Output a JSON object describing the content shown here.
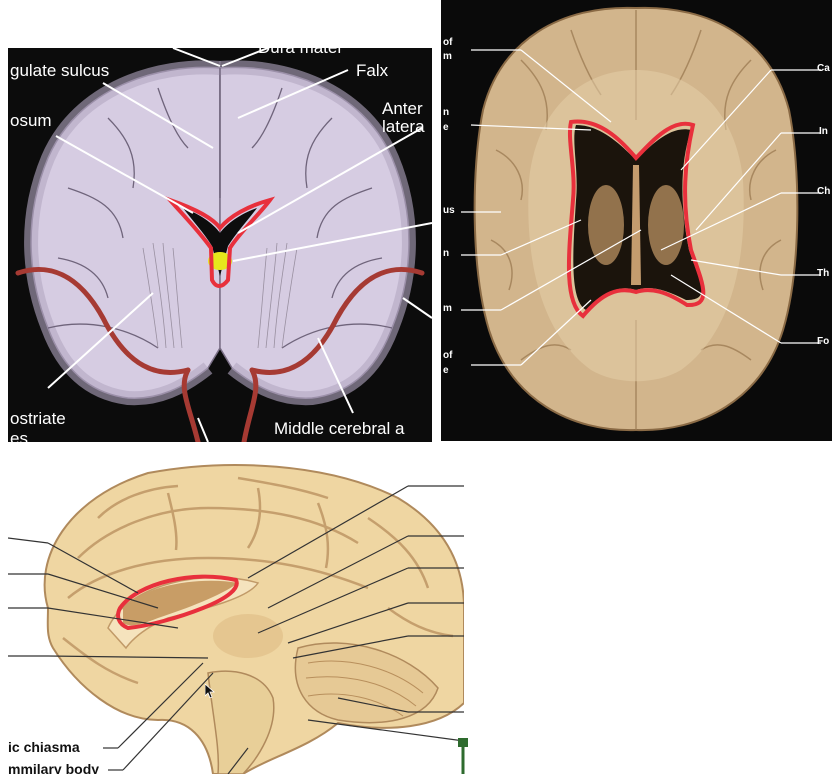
{
  "coronal_panel": {
    "labels": {
      "dura_mater": "Dura mater",
      "cingulate_sulcus": "gulate sulcus",
      "falx": "Falx",
      "callosum": "osum",
      "anterior": "Anter",
      "lateral": "latera",
      "striate": "ostriate",
      "vessels": "es",
      "middle_cerebral": "Middle cerebral a"
    }
  },
  "axial_panel": {
    "labels": {
      "l1a": "of",
      "l1b": "m",
      "l2a": "n",
      "l2b": "e",
      "l3": "us",
      "l4": "n",
      "l5": "m",
      "l6a": "of",
      "l6b": "e",
      "r1": "Ca",
      "r2": "In",
      "r3": "Ch",
      "r4": "Th",
      "r5": "Fo"
    }
  },
  "sagittal_panel": {
    "labels": {
      "optic_chiasma": "ic chiasma",
      "mammillary_body": "mmilary body"
    }
  },
  "colors": {
    "highlight": "#e8303c",
    "brain_coronal": "#d6cce2",
    "brain_specimen": "#d2b58c",
    "sagittal_tissue": "#efd6a2",
    "artery": "#a63a33",
    "choroid": "#e6e81c",
    "marker": "#2e6b2e"
  }
}
